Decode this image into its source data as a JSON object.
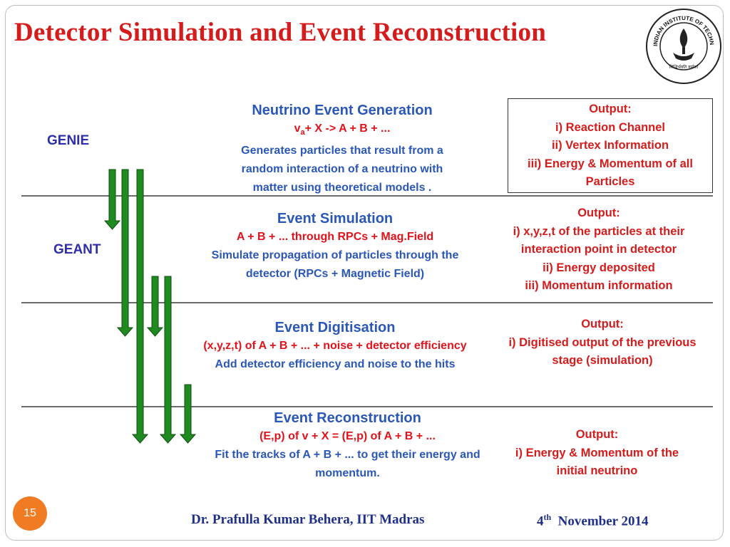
{
  "slide": {
    "title": "Detector Simulation and Event Reconstruction",
    "page_number": "15",
    "author": "Dr. Prafulla Kumar Behera, IIT Madras",
    "date_ordinal": "4",
    "date_sup": "th",
    "date_rest": "November 2014"
  },
  "logo": {
    "text": "INDIAN INSTITUTE OF TECHNOLOGY MADRAS",
    "motto": "सिद्धिर्भवति कर्मजा"
  },
  "tools": {
    "genie": "GENIE",
    "geant": "GEANT"
  },
  "stages": [
    {
      "heading": "Neutrino Event Generation",
      "formula_pre": "v",
      "formula_sub": "a",
      "formula_post": "+ X -> A + B + ...",
      "desc1": "Generates particles that result from a",
      "desc2": "random interaction of a neutrino with",
      "desc3": "matter using  theoretical models ."
    },
    {
      "heading": "Event Simulation",
      "formula": "A + B + ... through RPCs + Mag.Field",
      "desc1": "Simulate propagation of particles through the",
      "desc2": "detector (RPCs + Magnetic Field)"
    },
    {
      "heading": "Event Digitisation",
      "formula": "(x,y,z,t) of A + B + ... + noise + detector efficiency",
      "desc1": "Add detector efficiency and noise to the hits"
    },
    {
      "heading": "Event Reconstruction",
      "formula": "(E,p) of v + X = (E,p) of A + B + ...",
      "desc1": "Fit the tracks of A + B + ... to get their energy and",
      "desc2": "momentum."
    }
  ],
  "outputs": [
    {
      "label": "Output:",
      "lines": [
        "i)  Reaction Channel",
        "ii) Vertex Information",
        "iii) Energy & Momentum of all",
        "Particles"
      ]
    },
    {
      "label": "Output:",
      "lines": [
        "i)  x,y,z,t of the particles at their",
        "interaction point in detector",
        "ii) Energy deposited",
        "iii) Momentum information"
      ]
    },
    {
      "label": "Output:",
      "lines": [
        "i)  Digitised output of the previous",
        "stage (simulation)"
      ]
    },
    {
      "label": "Output:",
      "lines": [
        "i)  Energy & Momentum of the",
        "initial neutrino"
      ]
    }
  ],
  "colors": {
    "title": "#d41c1c",
    "heading": "#2a57b8",
    "formula": "#e0121a",
    "arrow": "#1f8a1f",
    "page_badge": "#f07b22"
  }
}
